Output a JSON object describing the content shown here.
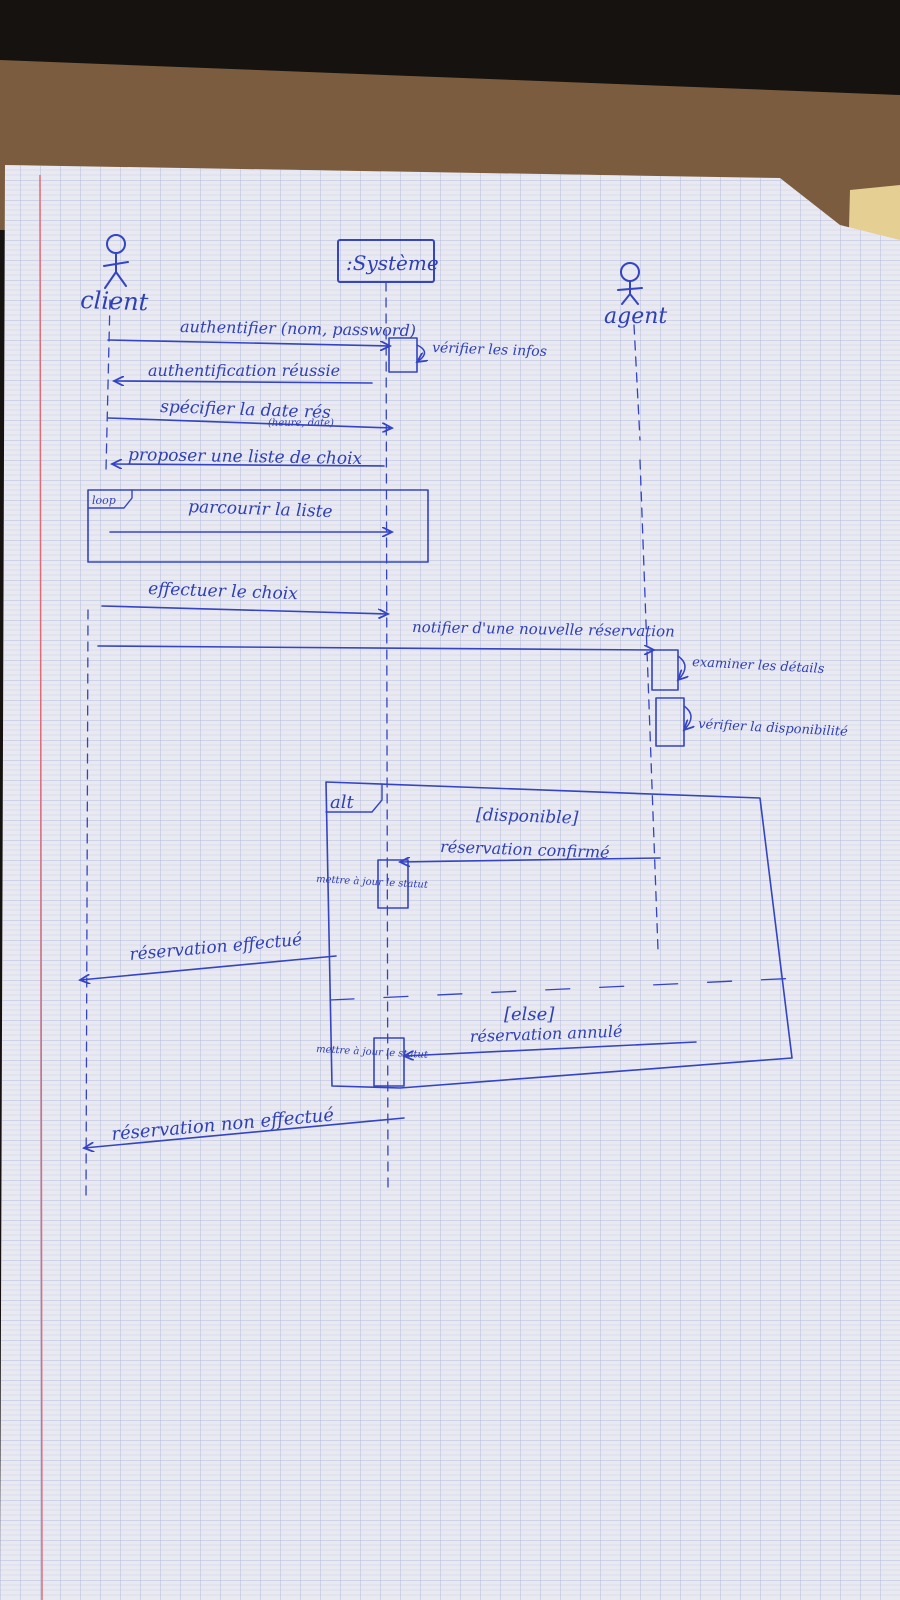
{
  "diagram": {
    "actors": {
      "client": "client",
      "system": ":Système",
      "agent": "agent"
    },
    "messages": {
      "m1": "authentifier (nom, password)",
      "m2_note": "vérifier les infos",
      "m3": "authentification réussie",
      "m4": "spécifier la date rés",
      "m4_params": "(heure, date)",
      "m5": "proposer une liste de choix",
      "m6": "parcourir la liste",
      "m7": "effectuer le choix",
      "m8": "notifier d'une nouvelle réservation",
      "m9_note": "examiner les détails",
      "m10_note": "vérifier la disponibilité",
      "m11": "réservation confirmé",
      "m12_note": "mettre à jour le statut",
      "m13": "réservation effectué",
      "m14": "réservation annulé",
      "m15_note": "mettre à jour le statut",
      "m16": "réservation non effectué"
    },
    "fragments": {
      "loop": "loop",
      "alt": "alt",
      "guard1": "[disponible]",
      "guard2": "[else]"
    }
  },
  "colors": {
    "ink": "#3444c4",
    "paper": "#e9e9f1",
    "grid": "#a9b3d6",
    "margin": "#e06a78",
    "desk": "#7a5a3c",
    "background": "#1a1510"
  }
}
